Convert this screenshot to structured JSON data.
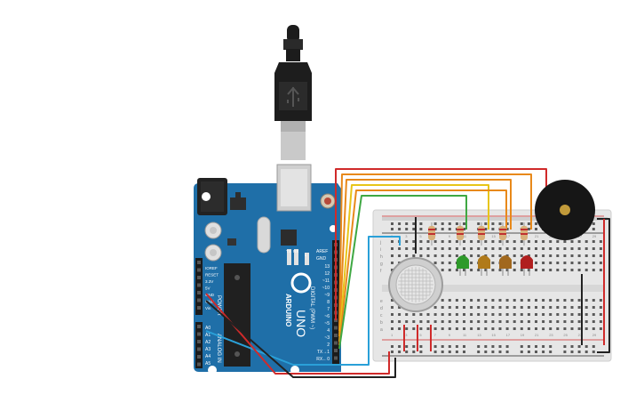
{
  "board": {
    "name": "ARDUINO",
    "model": "UNO",
    "digital_header": "DIGITAL (PWM ~)",
    "power_header": "POWER",
    "analog_header": "ANALOG IN",
    "aref": "AREF",
    "gnd": "GND",
    "pins_digital": [
      "13",
      "12",
      "~11",
      "~10",
      "~9",
      "8",
      "7",
      "~6",
      "~5",
      "4",
      "~3",
      "2",
      "TX→1",
      "RX←0"
    ],
    "pins_power": [
      "IOREF",
      "RESET",
      "3.3V",
      "5V",
      "GND",
      "GND",
      "Vin"
    ],
    "pins_analog": [
      "A0",
      "A1",
      "A2",
      "A3",
      "A4",
      "A5"
    ],
    "tx": "TX",
    "rx": "RX",
    "l": "L"
  },
  "breadboard": {
    "row_letters_top": [
      "j",
      "i",
      "h",
      "g",
      "f"
    ],
    "row_letters_bottom": [
      "e",
      "d",
      "c",
      "b",
      "a"
    ],
    "columns": [
      "1",
      "3",
      "5",
      "7",
      "9",
      "11",
      "13",
      "15",
      "17",
      "19",
      "21",
      "23",
      "25",
      "27",
      "29"
    ]
  },
  "colors": {
    "board": "#1f6fa8",
    "board_dark": "#195d8e",
    "wire_red": "#d02a2a",
    "wire_orange": "#e8891a",
    "wire_yellow": "#e7c518",
    "wire_green": "#3fa843",
    "wire_blue": "#2aa0d8",
    "wire_black": "#222222",
    "led_green": "#2e9a2a",
    "led_yellow": "#b07a1a",
    "led_brown": "#a1681e",
    "led_red": "#b01f1f"
  },
  "components": [
    "usb-cable",
    "arduino-uno",
    "breadboard",
    "gas-sensor",
    "buzzer",
    "led-green",
    "led-yellow",
    "led-orange",
    "led-red"
  ]
}
